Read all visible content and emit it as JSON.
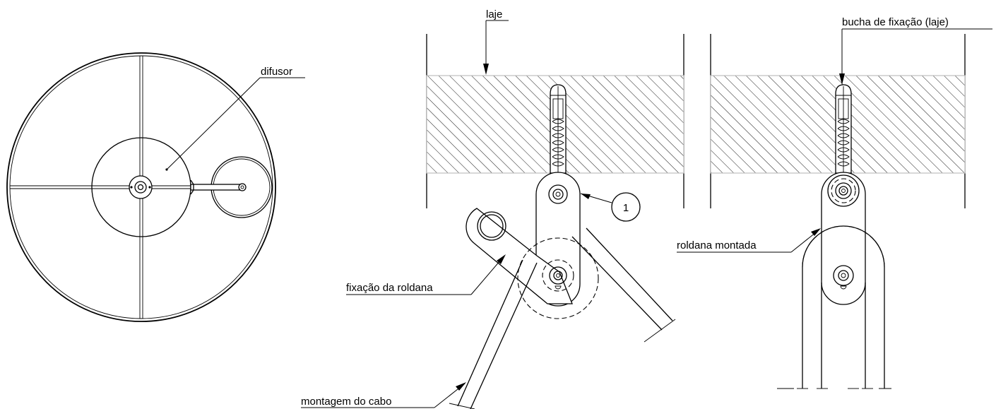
{
  "labels": {
    "difusor": "difusor",
    "laje": "laje",
    "bucha": "bucha de fixação (laje)",
    "roldana_montada": "roldana montada",
    "fixacao_roldana": "fixação da roldana",
    "montagem_cabo": "montagem do cabo",
    "callout_number": "1"
  },
  "colors": {
    "line": "#000000",
    "slab_border": "#bdbdbd",
    "background": "#ffffff"
  }
}
